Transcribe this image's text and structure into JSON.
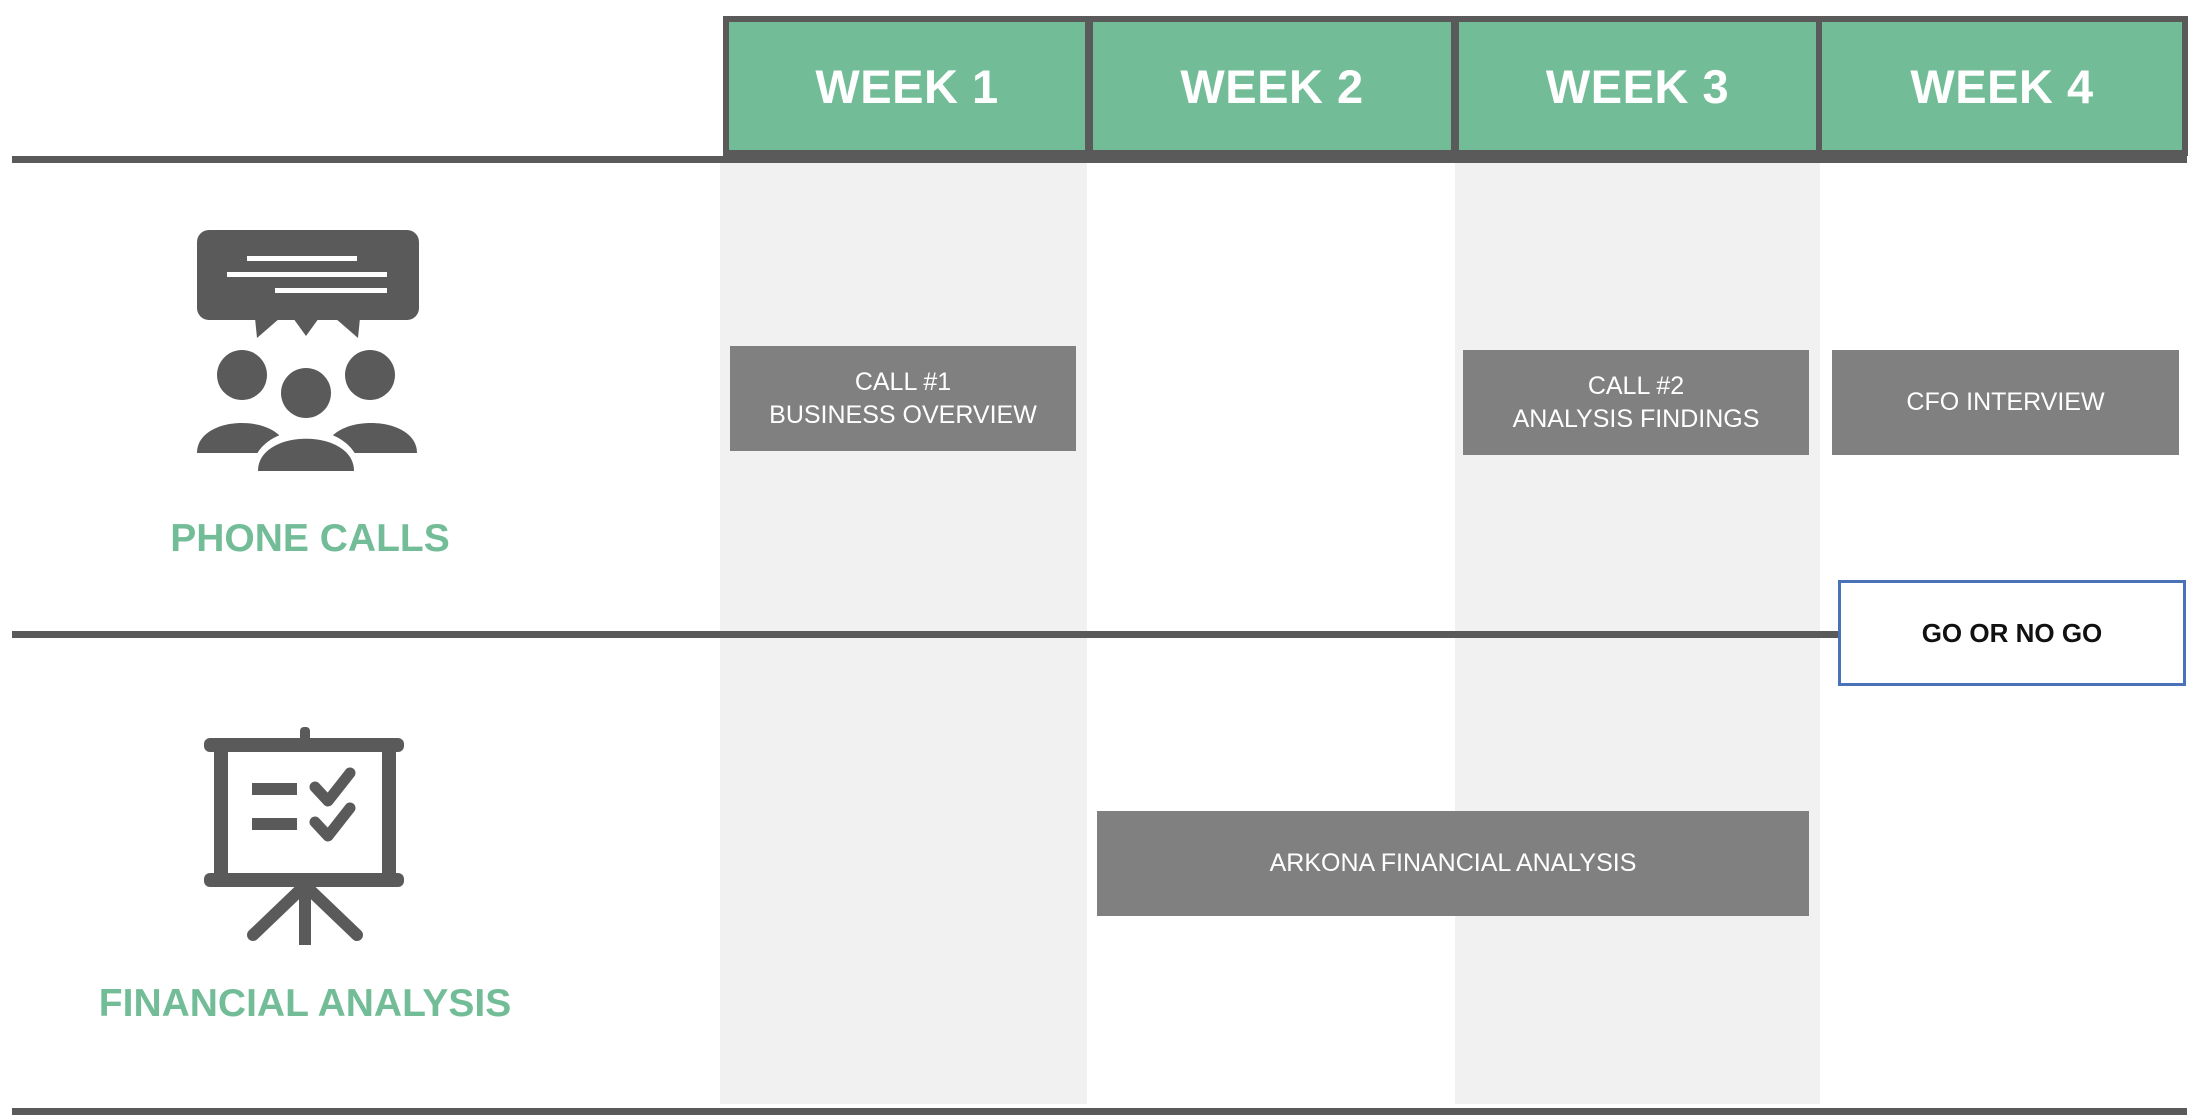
{
  "weeks": [
    {
      "label": "WEEK 1"
    },
    {
      "label": "WEEK 2"
    },
    {
      "label": "WEEK 3"
    },
    {
      "label": "WEEK 4"
    }
  ],
  "rows": [
    {
      "label": "PHONE CALLS",
      "icon": "meeting-people-icon"
    },
    {
      "label": "FINANCIAL ANALYSIS",
      "icon": "presentation-board-icon"
    }
  ],
  "tasks": {
    "call1": {
      "line1": "CALL #1",
      "line2": "BUSINESS OVERVIEW"
    },
    "call2": {
      "line1": "CALL #2",
      "line2": "ANALYSIS FINDINGS"
    },
    "cfo": {
      "label": "CFO INTERVIEW"
    },
    "arkona": {
      "label": "ARKONA FINANCIAL ANALYSIS"
    }
  },
  "milestone": {
    "label": "GO OR NO GO"
  },
  "colors": {
    "header_green": "#72bd97",
    "task_gray": "#808080",
    "line_gray": "#5a5a5a",
    "band_gray": "#f1f1f1",
    "milestone_border": "#4a72b8"
  }
}
